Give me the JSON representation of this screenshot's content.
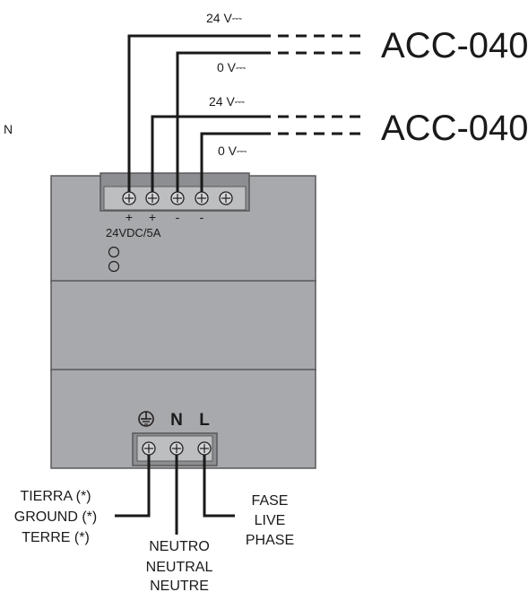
{
  "margin_label": "N",
  "outputs": {
    "row1": {
      "plus_voltage": "24 V⎓",
      "minus_voltage": "0 V⎓",
      "device": "ACC-040"
    },
    "row2": {
      "plus_voltage": "24 V⎓",
      "minus_voltage": "0 V⎓",
      "device": "ACC-040"
    }
  },
  "psu": {
    "polarity": [
      "+",
      "+",
      "-",
      "-"
    ],
    "rating": "24VDC/5A",
    "input_labels": {
      "neutral": "N",
      "live": "L"
    }
  },
  "input_wires": {
    "ground": [
      "TIERRA (*)",
      "GROUND (*)",
      "TERRE (*)"
    ],
    "neutral": [
      "NEUTRO",
      "NEUTRAL",
      "NEUTRE"
    ],
    "live": [
      "FASE",
      "LIVE",
      "PHASE"
    ]
  }
}
